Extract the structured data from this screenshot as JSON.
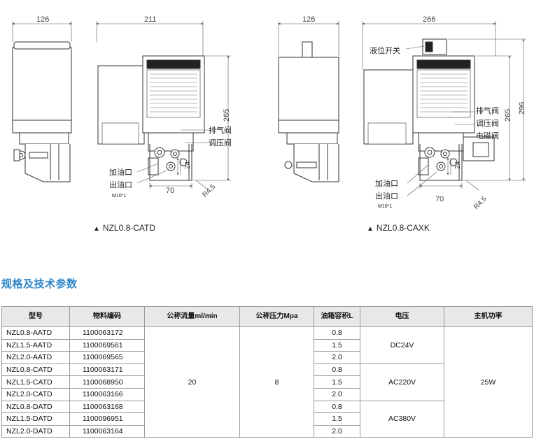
{
  "drawing_left": {
    "dims": {
      "side_width": "126",
      "front_width": "211",
      "height": "265",
      "dim_24": "24",
      "dim_70": "70",
      "radius": "R4.5"
    },
    "labels": {
      "exhaust_valve": "排气阀",
      "pressure_valve": "调压阀",
      "fill_port": "加油口",
      "outlet_port": "出油口",
      "thread": "M10*1"
    },
    "caption_symbol": "▲",
    "caption": "NZL0.8-CATD"
  },
  "drawing_right": {
    "dims": {
      "side_width": "126",
      "front_width": "266",
      "height_inner": "265",
      "height_outer": "296",
      "dim_24": "24",
      "dim_70": "70",
      "radius": "R4.5"
    },
    "labels": {
      "level_switch": "液位开关",
      "exhaust_valve": "排气阀",
      "pressure_valve": "调压阀",
      "solenoid_valve": "电磁阀",
      "fill_port": "加油口",
      "outlet_port": "出油口",
      "thread": "M10*1"
    },
    "caption_symbol": "▲",
    "caption": "NZL0.8-CAXK"
  },
  "section_title": "规格及技术参数",
  "table": {
    "headers": [
      "型号",
      "物料编码",
      "公称流量ml/min",
      "公称压力Mpa",
      "油箱容积L",
      "电压",
      "主机功率"
    ],
    "rows": [
      {
        "model": "NZL0.8-AATD",
        "code": "1100063172",
        "volume": "0.8"
      },
      {
        "model": "NZL1.5-AATD",
        "code": "1100069561",
        "volume": "1.5"
      },
      {
        "model": "NZL2.0-AATD",
        "code": "1100069565",
        "volume": "2.0"
      },
      {
        "model": "NZL0.8-CATD",
        "code": "1100063171",
        "volume": "0.8"
      },
      {
        "model": "NZL1.5-CATD",
        "code": "1100068950",
        "volume": "1.5"
      },
      {
        "model": "NZL2.0-CATD",
        "code": "1100063166",
        "volume": "2.0"
      },
      {
        "model": "NZL0.8-DATD",
        "code": "1100063168",
        "volume": "0.8"
      },
      {
        "model": "NZL1.5-DATD",
        "code": "1100096951",
        "volume": "1.5"
      },
      {
        "model": "NZL2.0-DATD",
        "code": "1100063164",
        "volume": "2.0"
      }
    ],
    "flow": "20",
    "pressure": "8",
    "voltages": [
      "DC24V",
      "AC220V",
      "AC380V"
    ],
    "power": "25W"
  }
}
